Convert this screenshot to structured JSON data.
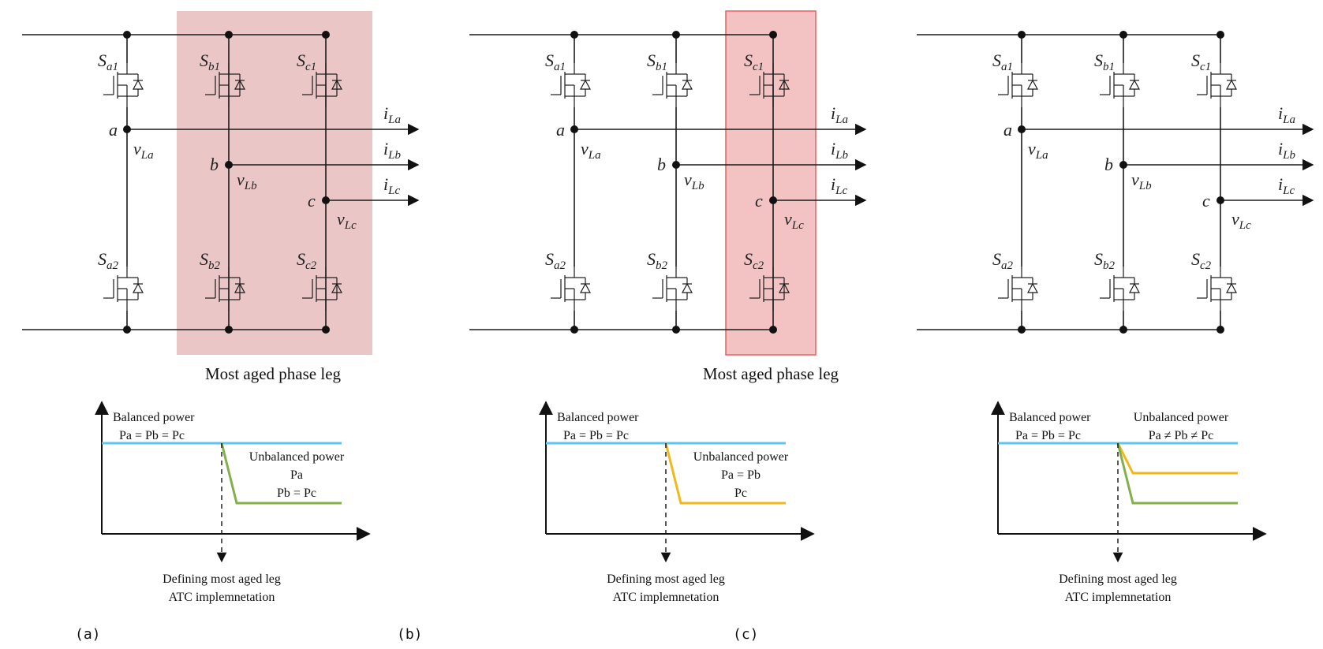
{
  "colors": {
    "highlight_b": "#e8bcbc",
    "highlight_c": "#f2b9b9",
    "highlight_c_border": "#e04848",
    "balanced_line": "#5ec6ec",
    "leg_a_line": "#82b04a",
    "leg_b_line": "#f3b71c"
  },
  "panels": [
    {
      "switches": {
        "a1": "S",
        "a1_sub": "a1",
        "b1": "S",
        "b1_sub": "b1",
        "c1": "S",
        "c1_sub": "c1",
        "a2": "S",
        "a2_sub": "a2",
        "b2": "S",
        "b2_sub": "b2",
        "c2": "S",
        "c2_sub": "c2"
      },
      "nodes": {
        "a": "a",
        "b": "b",
        "c": "c"
      },
      "voltages": {
        "a": "v",
        "a_sub": "La",
        "b": "v",
        "b_sub": "Lb",
        "c": "v",
        "c_sub": "Lc"
      },
      "currents": {
        "a": "i",
        "a_sub": "La",
        "b": "i",
        "b_sub": "Lb",
        "c": "i",
        "c_sub": "Lc"
      },
      "highlight_label": "Most aged phase leg",
      "plot": {
        "balanced_text": [
          "Balanced power",
          "Pa = Pb = Pc"
        ],
        "unbalanced_text": [
          "Unbalanced power",
          "Pa",
          "Pb = Pc"
        ],
        "marker_text": [
          "Defining most aged leg",
          "ATC implemnetation"
        ]
      }
    },
    {
      "switches": {
        "a1": "S",
        "a1_sub": "a1",
        "b1": "S",
        "b1_sub": "b1",
        "c1": "S",
        "c1_sub": "c1",
        "a2": "S",
        "a2_sub": "a2",
        "b2": "S",
        "b2_sub": "b2",
        "c2": "S",
        "c2_sub": "c2"
      },
      "nodes": {
        "a": "a",
        "b": "b",
        "c": "c"
      },
      "voltages": {
        "a": "v",
        "a_sub": "La",
        "b": "v",
        "b_sub": "Lb",
        "c": "v",
        "c_sub": "Lc"
      },
      "currents": {
        "a": "i",
        "a_sub": "La",
        "b": "i",
        "b_sub": "Lb",
        "c": "i",
        "c_sub": "Lc"
      },
      "highlight_label": "Most aged phase leg",
      "plot": {
        "balanced_text": [
          "Balanced power",
          "Pa = Pb = Pc"
        ],
        "unbalanced_text": [
          "Unbalanced power",
          "Pa = Pb",
          "Pc"
        ],
        "marker_text": [
          "Defining most aged leg",
          "ATC implemnetation"
        ]
      }
    },
    {
      "switches": {
        "a1": "S",
        "a1_sub": "a1",
        "b1": "S",
        "b1_sub": "b1",
        "c1": "S",
        "c1_sub": "c1",
        "a2": "S",
        "a2_sub": "a2",
        "b2": "S",
        "b2_sub": "b2",
        "c2": "S",
        "c2_sub": "c2"
      },
      "nodes": {
        "a": "a",
        "b": "b",
        "c": "c"
      },
      "voltages": {
        "a": "v",
        "a_sub": "La",
        "b": "v",
        "b_sub": "Lb",
        "c": "v",
        "c_sub": "Lc"
      },
      "currents": {
        "a": "i",
        "a_sub": "La",
        "b": "i",
        "b_sub": "Lb",
        "c": "i",
        "c_sub": "Lc"
      },
      "highlight_label": "",
      "plot": {
        "balanced_text": [
          "Balanced power",
          "Pa = Pb = Pc"
        ],
        "unbalanced_text": [
          "Unbalanced power",
          "Pa ≠ Pb ≠ Pc"
        ],
        "marker_text": [
          "Defining most aged leg",
          "ATC implemnetation"
        ]
      }
    }
  ],
  "tags": [
    "(a)",
    "(b)",
    "(c)"
  ]
}
